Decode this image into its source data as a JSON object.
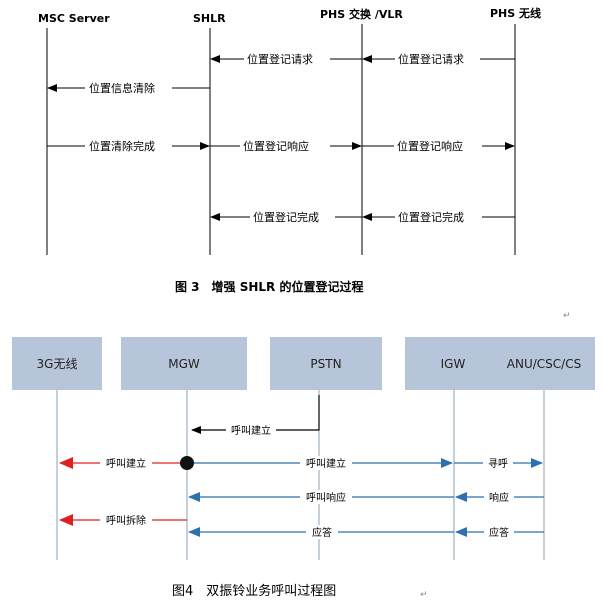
{
  "fig3": {
    "nodes": [
      {
        "name": "MSC Server"
      },
      {
        "name": "SHLR"
      },
      {
        "name": "PHS 交换 /VLR"
      },
      {
        "name": "PHS 无线"
      }
    ],
    "messages": {
      "m1": "位置登记请求",
      "m2": "位置登记请求",
      "m3": "位置信息清除",
      "m4": "位置清除完成",
      "m5": "位置登记响应",
      "m6": "位置登记响应",
      "m7": "位置登记完成",
      "m8": "位置登记完成"
    },
    "caption": "图 3　增强 SHLR 的位置登记过程"
  },
  "fig4": {
    "nodes": [
      {
        "name": "3G无线"
      },
      {
        "name": "MGW"
      },
      {
        "name": "PSTN"
      },
      {
        "name": "IGW"
      },
      {
        "name": "ANU/CSC/CS"
      }
    ],
    "messages": {
      "m1": "呼叫建立",
      "m2": "呼叫建立",
      "m3": "呼叫建立",
      "m4": "寻呼",
      "m5": "呼叫响应",
      "m6": "响应",
      "m7": "呼叫拆除",
      "m8": "应答",
      "m9": "应答"
    },
    "caption": "图4　双振铃业务呼叫过程图",
    "colors": {
      "box": "#b6c5d9",
      "blue_arrow": "#2e6fb0",
      "red_arrow": "#e02020",
      "lifeline": "#8aa0b8"
    }
  }
}
